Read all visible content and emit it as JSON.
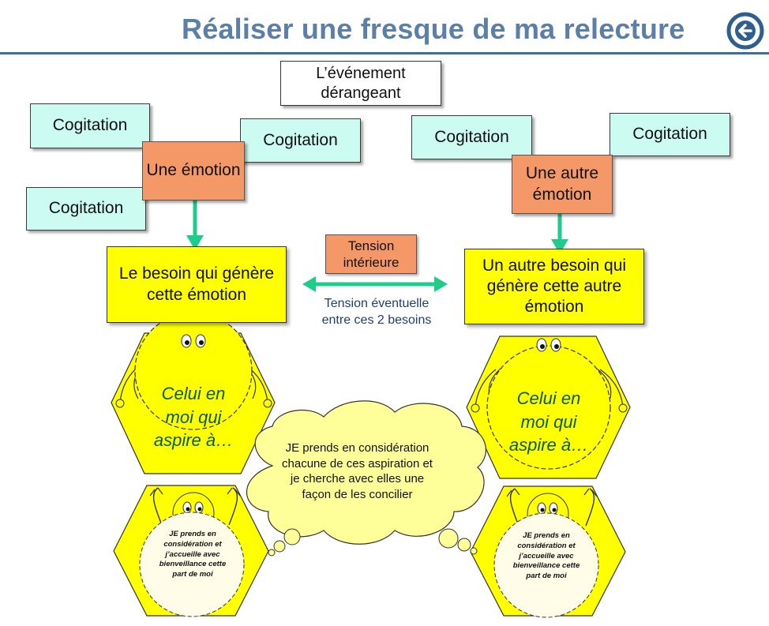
{
  "title": "Réaliser une fresque de ma relecture",
  "icons": {
    "back": "back-arrow-icon"
  },
  "event": "L’événement dérangeant",
  "left": {
    "cogitations": [
      "Cogitation",
      "Cogitation",
      "Cogitation"
    ],
    "emotion": "Une émotion",
    "need": "Le besoin qui génère cette émotion",
    "aspire": "Celui en moi qui aspire à…",
    "accueil": "JE prends en considération et j’accueille avec bienveillance cette part de moi"
  },
  "right": {
    "cogitations": [
      "Cogitation",
      "Cogitation"
    ],
    "emotion": "Une autre émotion",
    "need": "Un autre besoin qui génère cette autre émotion",
    "aspire": "Celui en moi qui aspire à…",
    "accueil": "JE prends en considération et j’accueille avec bienveillance cette part de moi"
  },
  "tension": {
    "label": "Tension intérieure",
    "note": "Tension éventuelle entre ces 2 besoins"
  },
  "cloud": "JE prends en considération chacune de ces aspiration et je cherche avec elles une façon de les concilier",
  "colors": {
    "title": "#5a7fa8",
    "cogitation": "#ccfbf1",
    "emotion": "#f59868",
    "need": "#ffff00",
    "arrow": "#1fcc8c",
    "cloud": "#ffff99",
    "rule": "#3f6d99"
  }
}
